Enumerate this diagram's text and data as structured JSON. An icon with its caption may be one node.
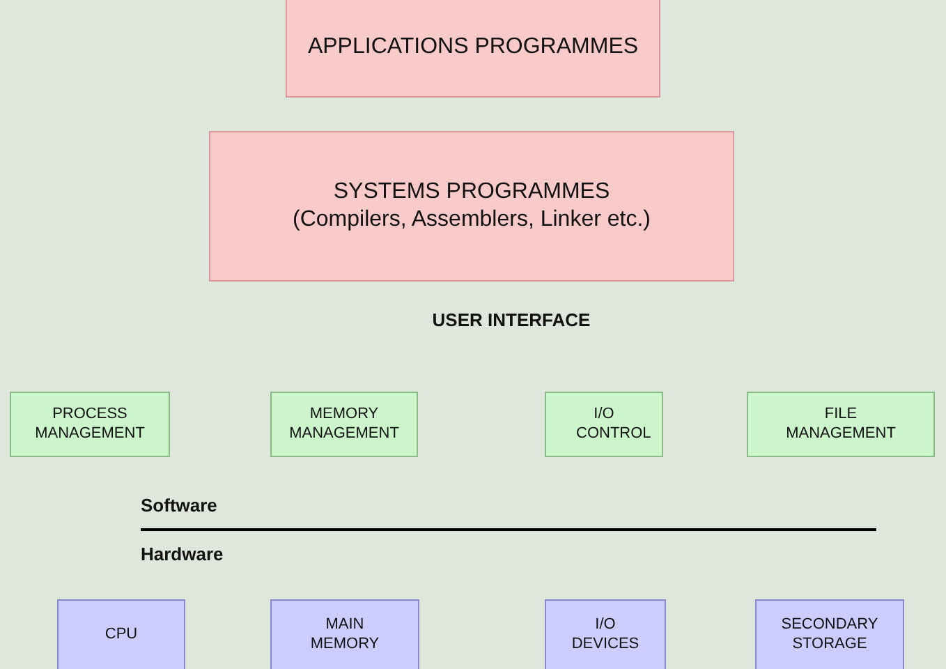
{
  "diagram": {
    "nodes": [
      {
        "text": [
          "APPLICATIONS PROGRAMMES"
        ]
      },
      {
        "text": [
          "SYSTEMS PROGRAMMES",
          "(Compilers, Assemblers, Linker etc.)"
        ]
      },
      {
        "text": [
          "PROCESS MANAGEMENT"
        ]
      },
      {
        "text": [
          "MEMORY MANAGEMENT"
        ]
      },
      {
        "text": [
          "I/O CONTROL"
        ]
      },
      {
        "text": [
          "FILE MANAGEMENT"
        ]
      },
      {
        "text": [
          "CPU"
        ]
      },
      {
        "text": [
          "MAIN MEMORY"
        ]
      },
      {
        "text": [
          "I/O DEVICES"
        ]
      },
      {
        "text": [
          "SECONDARY STORAGE"
        ]
      }
    ],
    "labels": [
      "USER INTERFACE",
      "Software",
      "Hardware"
    ]
  }
}
